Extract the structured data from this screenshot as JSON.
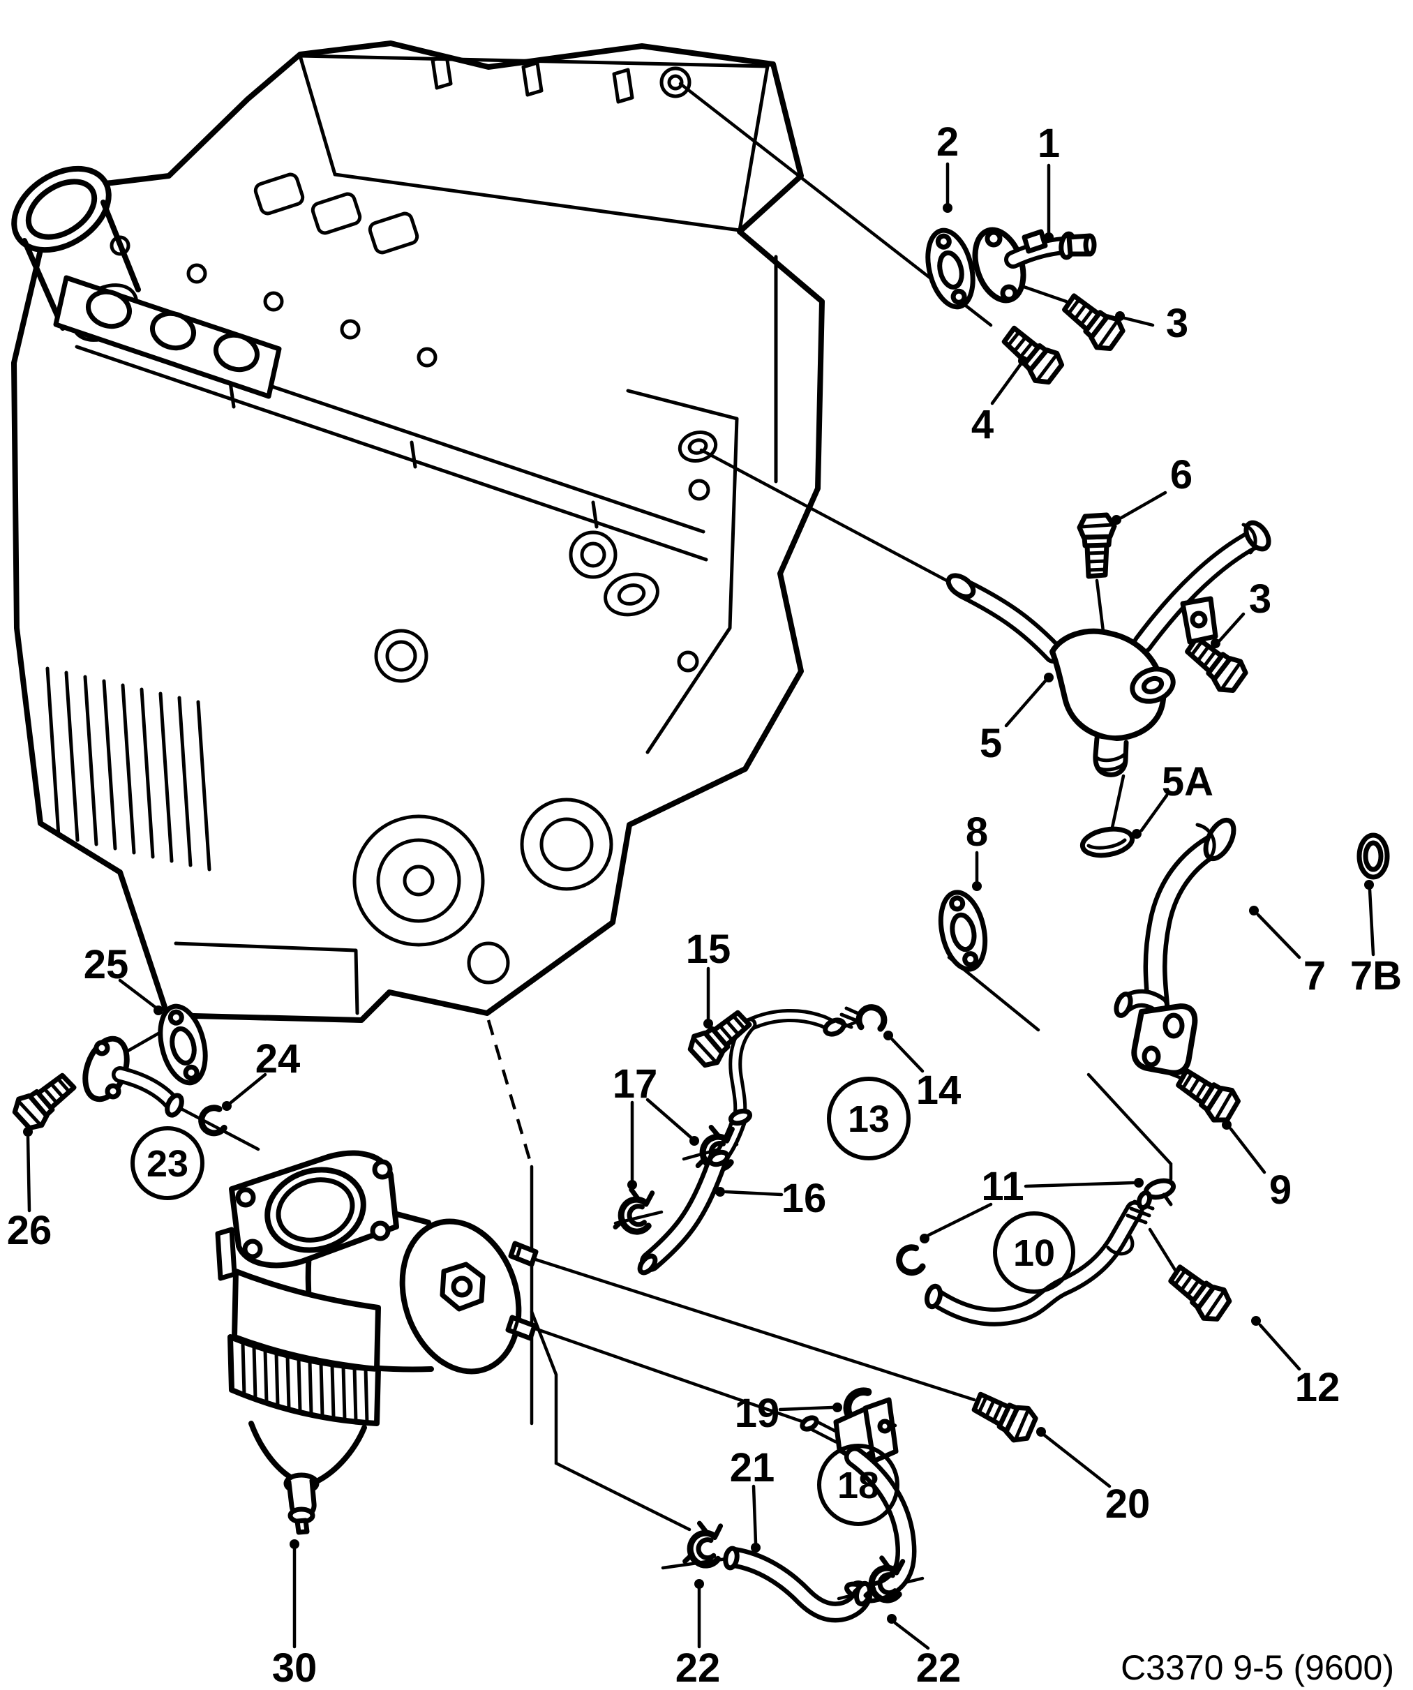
{
  "diagram": {
    "footer_code": "C3370 9-5 (9600)",
    "callouts": {
      "n1": "1",
      "n2": "2",
      "n3_top": "3",
      "n4": "4",
      "n5": "5",
      "n5a": "5A",
      "n6": "6",
      "n3_right": "3",
      "n7": "7",
      "n7b": "7B",
      "n8": "8",
      "n9": "9",
      "n11": "11",
      "n12": "12",
      "n14": "14",
      "n15": "15",
      "n16": "16",
      "n17": "17",
      "n19": "19",
      "n20": "20",
      "n21": "21",
      "n22_left": "22",
      "n22_right": "22",
      "n24": "24",
      "n25": "25",
      "n26": "26",
      "n30": "30"
    },
    "circled_groups": {
      "g10": "10",
      "g13": "13",
      "g18": "18",
      "g23": "23"
    }
  }
}
